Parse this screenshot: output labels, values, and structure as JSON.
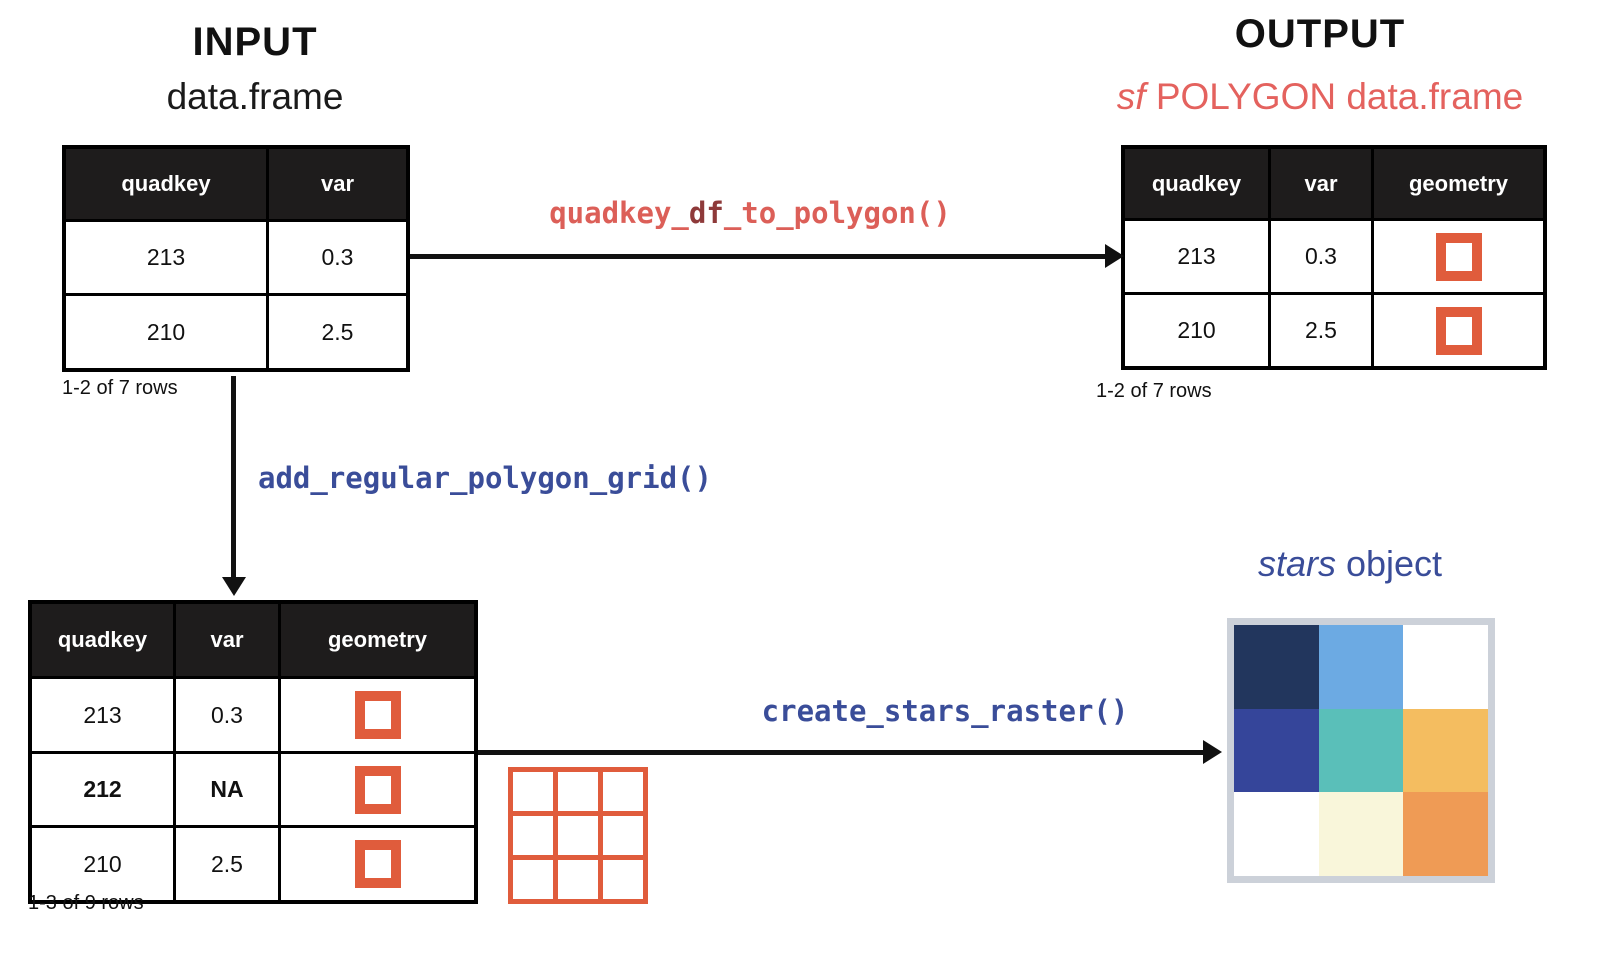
{
  "input": {
    "title": "INPUT",
    "subtitle": "data.frame",
    "table": {
      "headers": [
        "quadkey",
        "var"
      ],
      "rows": [
        [
          "213",
          "0.3"
        ],
        [
          "210",
          "2.5"
        ]
      ],
      "footer": "1-2 of 7 rows"
    }
  },
  "output": {
    "title": "OUTPUT",
    "subtitle_italic": "sf",
    "subtitle_rest": " POLYGON data.frame",
    "table": {
      "headers": [
        "quadkey",
        "var",
        "geometry"
      ],
      "rows": [
        [
          "213",
          "0.3"
        ],
        [
          "210",
          "2.5"
        ]
      ],
      "footer": "1-2 of 7 rows"
    }
  },
  "grid_table": {
    "headers": [
      "quadkey",
      "var",
      "geometry"
    ],
    "rows": [
      [
        "213",
        "0.3"
      ],
      [
        "212",
        "NA"
      ],
      [
        "210",
        "2.5"
      ]
    ],
    "emphasis_row": 1,
    "footer": "1-3 of 9 rows"
  },
  "functions": {
    "to_polygon_part1": "quadkey_",
    "to_polygon_part2": "df",
    "to_polygon_part3": "_to_polygon()",
    "add_grid": "add_regular_polygon_grid()",
    "create_raster": "create_stars_raster()"
  },
  "stars": {
    "title_italic": "stars",
    "title_rest": " object",
    "raster_colors": [
      [
        "#22365d",
        "#6caae3",
        "#ffffff"
      ],
      [
        "#35459a",
        "#5abfb9",
        "#f4bd60"
      ],
      [
        "#ffffff",
        "#f9f6da",
        "#ef9b55"
      ]
    ],
    "frame_color": "#ccd1d9"
  },
  "colors": {
    "salmon_title": "#e4625e",
    "code_red": "#dc5f58",
    "code_dark_red": "#8e3a3a",
    "code_blue": "#3a4d99",
    "orange": "#e05c3c",
    "header_bg": "#1e1c1c"
  }
}
